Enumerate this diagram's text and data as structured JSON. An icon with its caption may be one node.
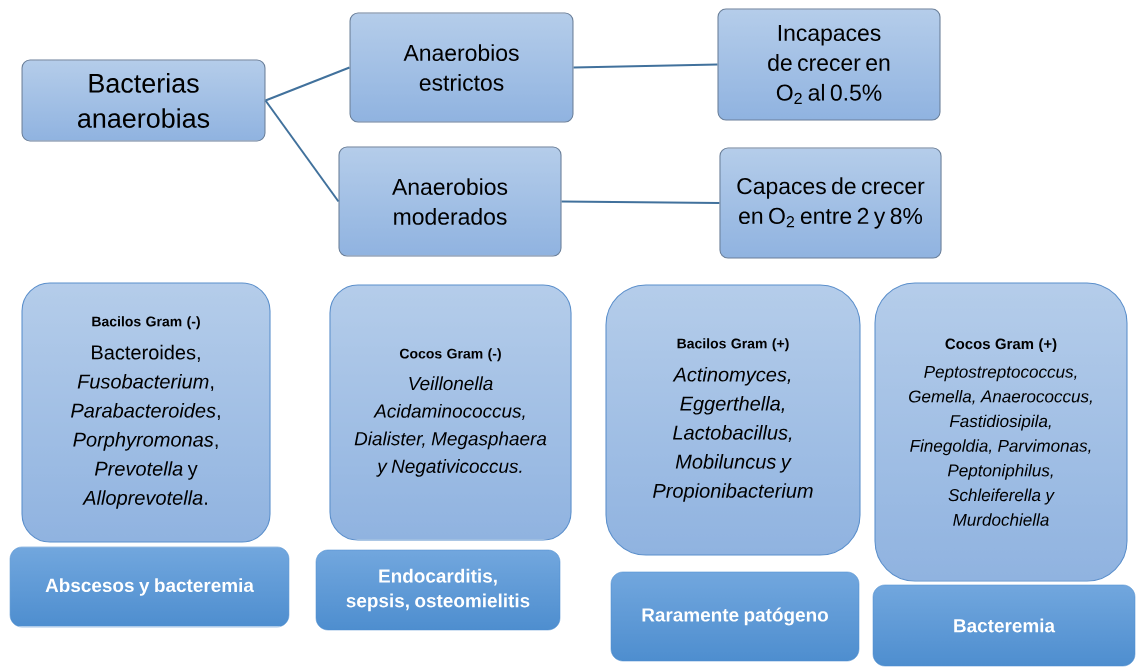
{
  "diagram": {
    "nodes": [
      {
        "text": [
          "Bacterias anaerobias"
        ]
      },
      {
        "text": [
          "Anaerobios estrictos"
        ]
      },
      {
        "text": [
          "Incapaces de crecer en O$_{2}$ al 0.5%"
        ]
      },
      {
        "text": [
          "Anaerobios moderados"
        ]
      },
      {
        "text": [
          "Capaces de crecer en O$_{2}$ entre  2 y 8%"
        ]
      },
      {
        "text": [
          "Bacilos Gram (-)",
          "Bacteroides, *Fusobacterium*, *Parabacteroides*, *Porphyromonas*, *Prevotella* y *Alloprevotella*."
        ]
      },
      {
        "text": [
          "Cocos Gram (-)",
          "Veillonella Acidaminococcus, Dialister, Megasphaera y Negativicoccus."
        ]
      },
      {
        "text": [
          "Bacilos Gram (+)",
          "Actinomyces, Eggerthella, Lactobacillus, Mobiluncus y Propionibacterium"
        ]
      },
      {
        "text": [
          "Cocos Gram (+)",
          "Peptostreptococcus, Gemella, Anaerococcus, Fastidiosipila, Finegoldia, Parvimonas, Peptoniphilus, Schleiferella y Murdochiella"
        ]
      },
      {
        "text": [
          "Abscesos y bacteremia"
        ]
      },
      {
        "text": [
          "Endocarditis, sepsis, osteomielitis"
        ]
      },
      {
        "text": [
          "Raramente patógeno"
        ]
      },
      {
        "text": [
          "Bacteremia"
        ]
      }
    ],
    "edges": [
      {
        "from": 0,
        "to": 1,
        "arrow": "none"
      },
      {
        "from": 0,
        "to": 3,
        "arrow": "none"
      },
      {
        "from": 1,
        "to": 2,
        "arrow": "none"
      },
      {
        "from": 3,
        "to": 4,
        "arrow": "none"
      }
    ]
  }
}
